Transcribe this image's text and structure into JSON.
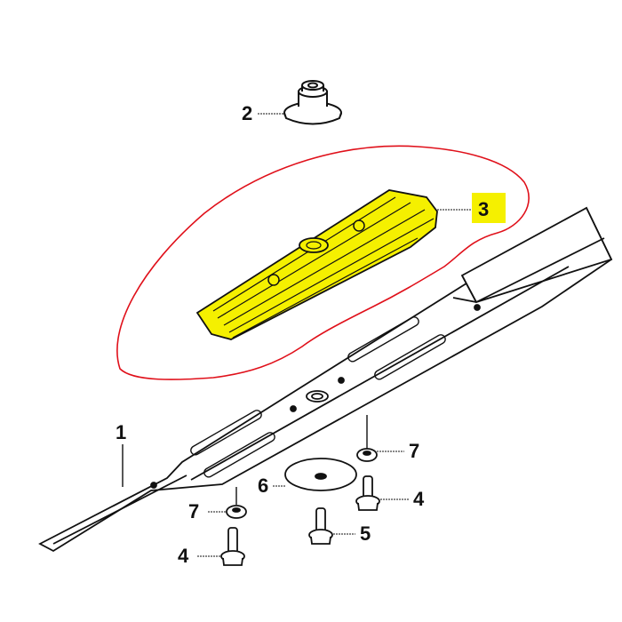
{
  "diagram": {
    "type": "exploded-parts-diagram",
    "subject": "lawn mower blade assembly",
    "highlight_color": "#f5f000",
    "outline_color": "#e0101a",
    "line_color": "#111111",
    "callouts": [
      {
        "id": "1",
        "label": "1",
        "part": "blade"
      },
      {
        "id": "2",
        "label": "2",
        "part": "blade holder / hub"
      },
      {
        "id": "3",
        "label": "3",
        "part": "mulching insert (highlighted)"
      },
      {
        "id": "4a",
        "label": "4",
        "part": "bolt (upper right)"
      },
      {
        "id": "4b",
        "label": "4",
        "part": "bolt (lower left)"
      },
      {
        "id": "5",
        "label": "5",
        "part": "center bolt"
      },
      {
        "id": "6",
        "label": "6",
        "part": "washer"
      },
      {
        "id": "7a",
        "label": "7",
        "part": "nut (right)"
      },
      {
        "id": "7b",
        "label": "7",
        "part": "nut (left)"
      }
    ],
    "highlighted_part": "3"
  }
}
